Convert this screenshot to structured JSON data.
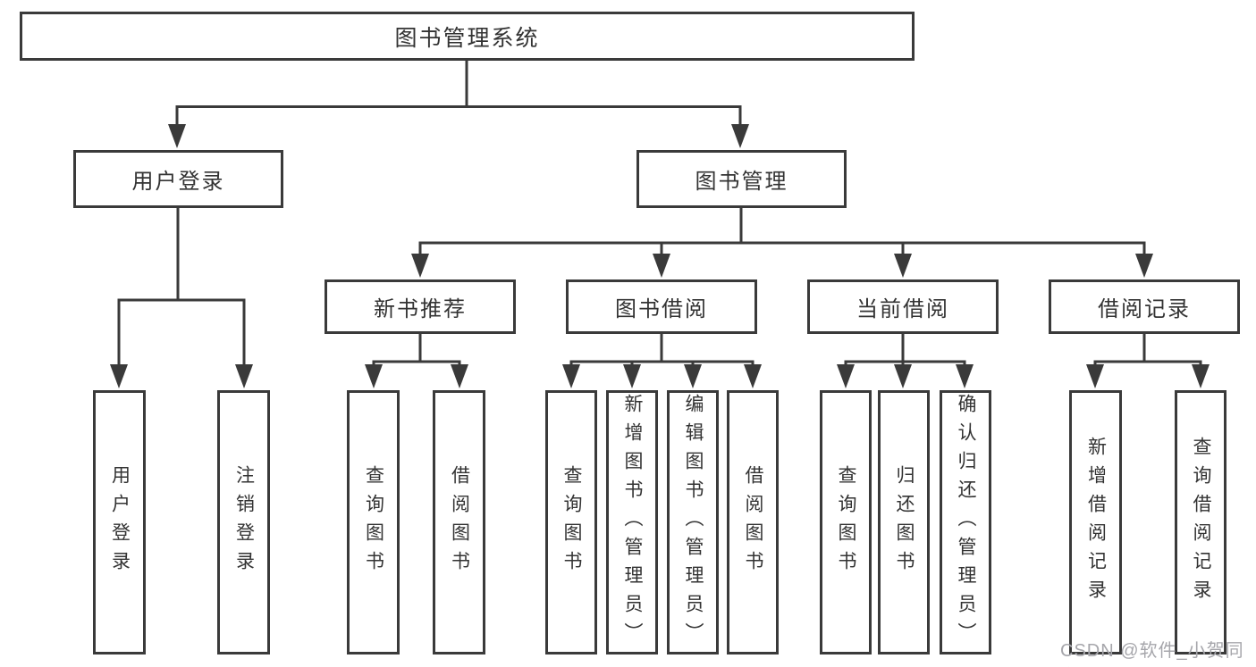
{
  "tree": {
    "root": {
      "label": "图书管理系统"
    },
    "level2": [
      {
        "label": "用户登录",
        "children": [
          {
            "label": "用户登录"
          },
          {
            "label": "注销登录"
          }
        ]
      },
      {
        "label": "图书管理",
        "children": [
          {
            "label": "新书推荐",
            "children": [
              {
                "label": "查询图书"
              },
              {
                "label": "借阅图书"
              }
            ]
          },
          {
            "label": "图书借阅",
            "children": [
              {
                "label": "查询图书"
              },
              {
                "label": "新增图书（管理员）"
              },
              {
                "label": "编辑图书（管理员）"
              },
              {
                "label": "借阅图书"
              }
            ]
          },
          {
            "label": "当前借阅",
            "children": [
              {
                "label": "查询图书"
              },
              {
                "label": "归还图书"
              },
              {
                "label": "确认归还（管理员）"
              }
            ]
          },
          {
            "label": "借阅记录",
            "children": [
              {
                "label": "新增借阅记录"
              },
              {
                "label": "查询借阅记录"
              }
            ]
          }
        ]
      }
    ]
  },
  "watermark": {
    "text": "CSDN @软件_小贺同学"
  },
  "colors": {
    "line": "#3a3a3a",
    "text": "#333333",
    "watermark": "#a6a6ab"
  }
}
